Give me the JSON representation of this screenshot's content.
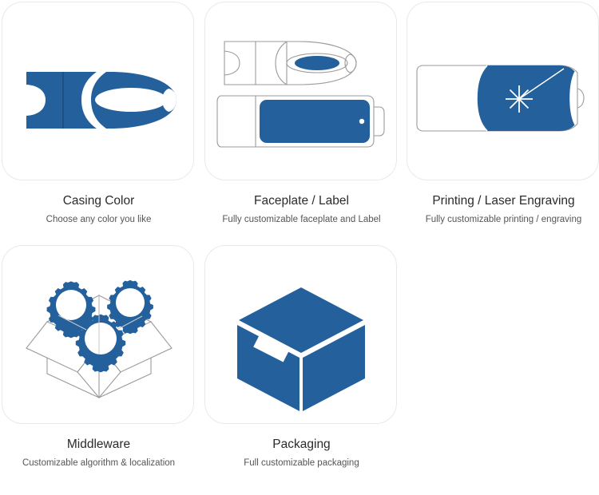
{
  "page": {
    "background": "#ffffff",
    "accent_blue": "#23609c",
    "line_gray": "#9a9a9a",
    "card_border": "#e9e9e9"
  },
  "cards": [
    {
      "id": "casing-color",
      "icon": "usb-bullet-drive-filled-icon",
      "title": "Casing Color",
      "subtitle": "Choose any color you like"
    },
    {
      "id": "faceplate-label",
      "icon": "usb-faceplate-and-label-icon",
      "title": "Faceplate / Label",
      "subtitle": "Fully customizable faceplate and Label"
    },
    {
      "id": "printing-laser-engraving",
      "icon": "usb-laser-engraving-icon",
      "title": "Printing / Laser Engraving",
      "subtitle": "Fully customizable printing / engraving"
    },
    {
      "id": "middleware",
      "icon": "open-box-with-gears-icon",
      "title": "Middleware",
      "subtitle": "Customizable algorithm & localization"
    },
    {
      "id": "packaging",
      "icon": "isometric-box-icon",
      "title": "Packaging",
      "subtitle": "Full customizable packaging"
    }
  ]
}
